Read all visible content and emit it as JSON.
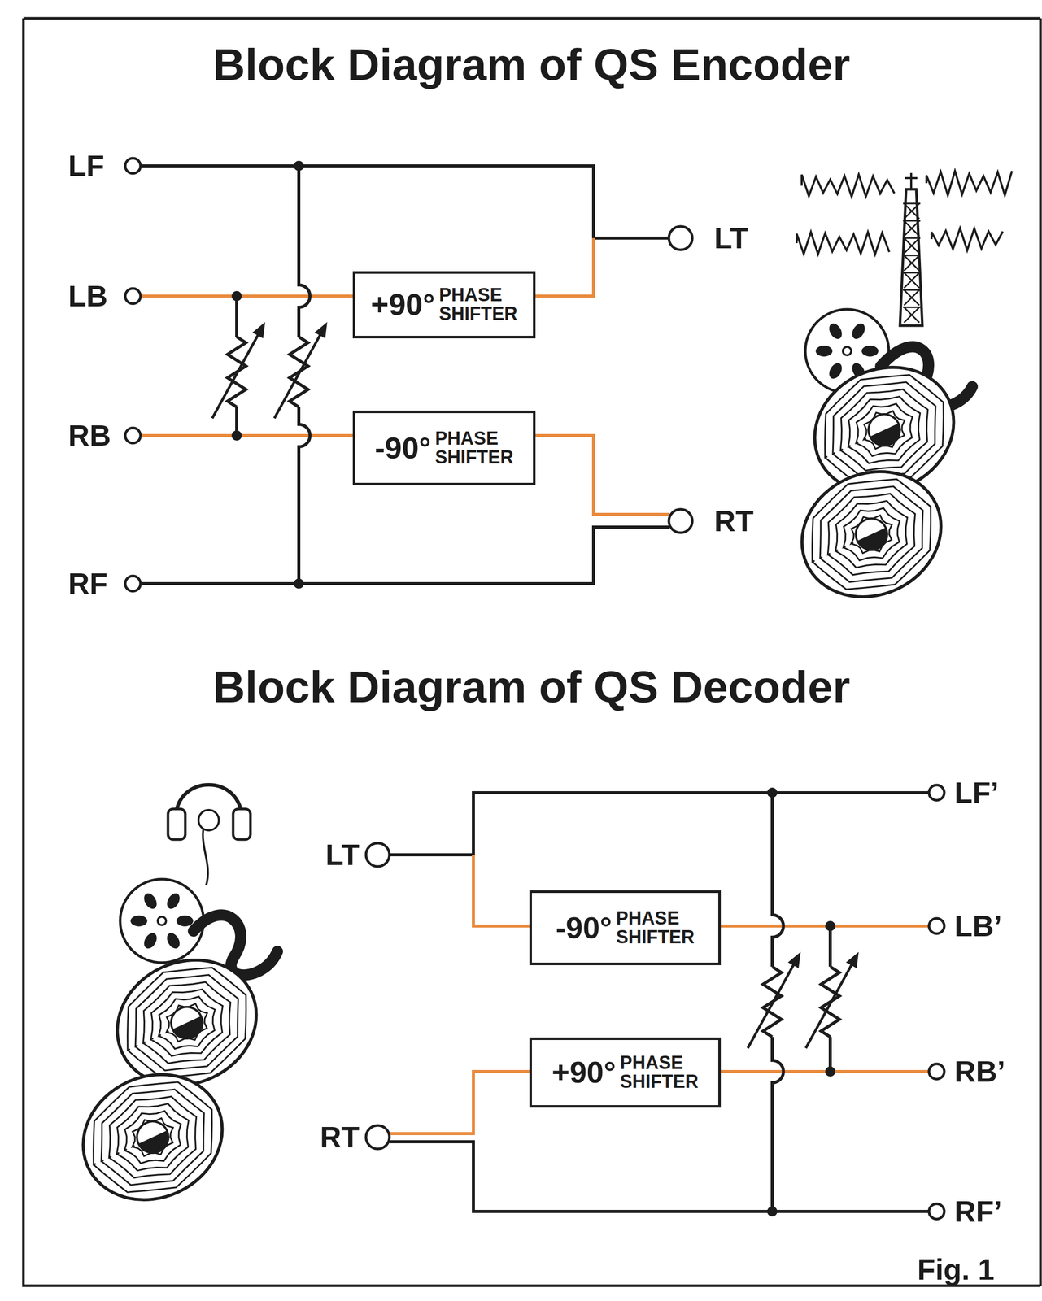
{
  "diagram": {
    "title": "Block Diagram of QS Encoder",
    "caption": "Fig. 1",
    "nodes": [
      {
        "text": [
          "+90°",
          "PHASE SHIFTER"
        ]
      },
      {
        "text": [
          "-90°",
          "PHASE SHIFTER"
        ]
      },
      {
        "text": [
          "-90°",
          "PHASE SHIFTER"
        ]
      },
      {
        "text": [
          "+90°",
          "PHASE SHIFTER"
        ]
      }
    ],
    "labels": [
      "Block Diagram of QS Decoder",
      "LF",
      "LB",
      "RB",
      "RF",
      "LT",
      "RT",
      "LT",
      "RT",
      "LF’",
      "LB’",
      "RB’",
      "RF’"
    ]
  }
}
